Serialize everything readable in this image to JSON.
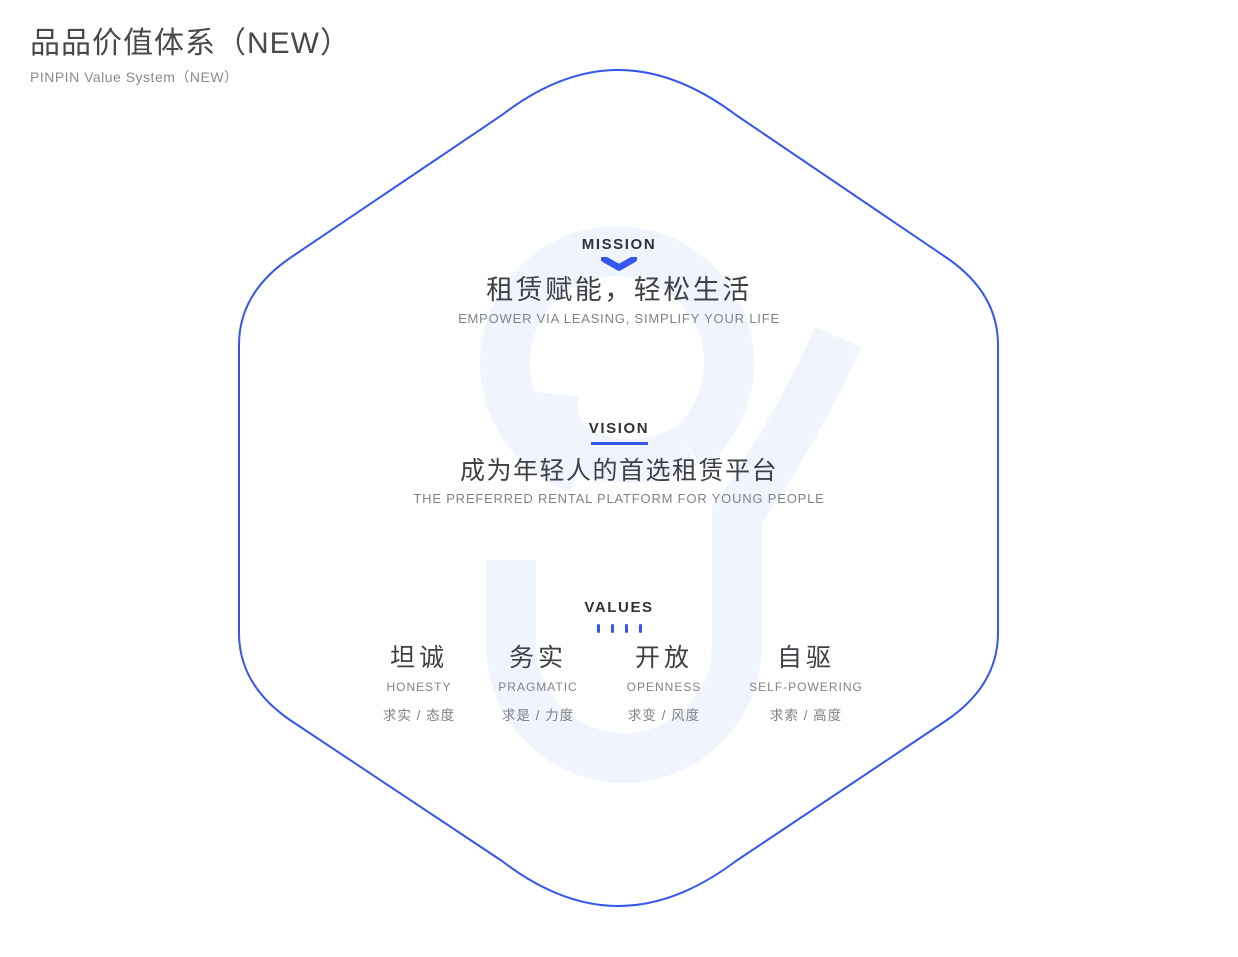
{
  "header": {
    "title": "品品价值体系（NEW）",
    "subtitle": "PINPIN Value System（NEW）"
  },
  "colors": {
    "accent": "#3557ef",
    "watermark": "#f0f4fd",
    "label_dark": "#303237",
    "cn_dark": "#3e4145",
    "en_gray": "#7f8388",
    "sub_gray": "#7d8184",
    "title_color": "#4b4947",
    "subtitle_color": "#8c8a87"
  },
  "icons": {
    "mission_pointer": "chevron-down-icon",
    "values_marker": "tick-marks-icon",
    "background": "hexagon-outline-with-brand-watermark"
  },
  "mission": {
    "label": "MISSION",
    "headline_cn": "租赁赋能，轻松生活",
    "headline_en": "EMPOWER VIA LEASING, SIMPLIFY YOUR LIFE"
  },
  "vision": {
    "label": "VISION",
    "headline_cn": "成为年轻人的首选租赁平台",
    "headline_en": "THE PREFERRED RENTAL PLATFORM FOR YOUNG PEOPLE"
  },
  "values": {
    "label": "VALUES",
    "items": [
      {
        "cn": "坦诚",
        "en": "HONESTY",
        "motto": "求实 / 态度"
      },
      {
        "cn": "务实",
        "en": "PRAGMATIC",
        "motto": "求是 / 力度"
      },
      {
        "cn": "开放",
        "en": "OPENNESS",
        "motto": "求变 / 风度"
      },
      {
        "cn": "自驱",
        "en": "SELF-POWERING",
        "motto": "求索 / 高度"
      }
    ]
  }
}
